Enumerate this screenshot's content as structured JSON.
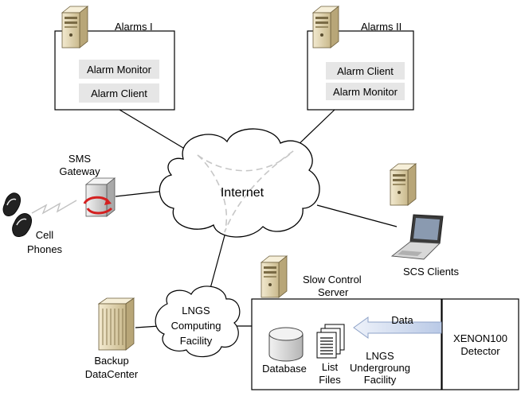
{
  "alarms_1": {
    "title": "Alarms I",
    "items": [
      "Alarm Monitor",
      "Alarm Client"
    ]
  },
  "alarms_2": {
    "title": "Alarms II",
    "items": [
      "Alarm Client",
      "Alarm Monitor"
    ]
  },
  "internet": {
    "label": "Internet"
  },
  "sms_gateway": {
    "label": [
      "SMS",
      "Gateway"
    ]
  },
  "cell_phones": {
    "label": [
      "Cell",
      "Phones"
    ]
  },
  "scs_clients": {
    "label": "SCS Clients"
  },
  "slow_control_server": {
    "label": [
      "Slow Control",
      "Server"
    ]
  },
  "lngs_computing": {
    "label": [
      "LNGS",
      "Computing",
      "Facility"
    ]
  },
  "backup": {
    "label": [
      "Backup",
      "DataCenter"
    ]
  },
  "database": {
    "label": "Database"
  },
  "list_files": {
    "label": [
      "List",
      "Files"
    ]
  },
  "data_arrow": {
    "label": "Data"
  },
  "underground": {
    "label": [
      "LNGS",
      "Undergroung",
      "Facility"
    ]
  },
  "detector": {
    "label": [
      "XENON100",
      "Detector"
    ]
  },
  "colors": {
    "server_tan": "#e8dcb8",
    "item_grey": "#e6e6e6",
    "arrow_blue": "#c9d7ee"
  }
}
